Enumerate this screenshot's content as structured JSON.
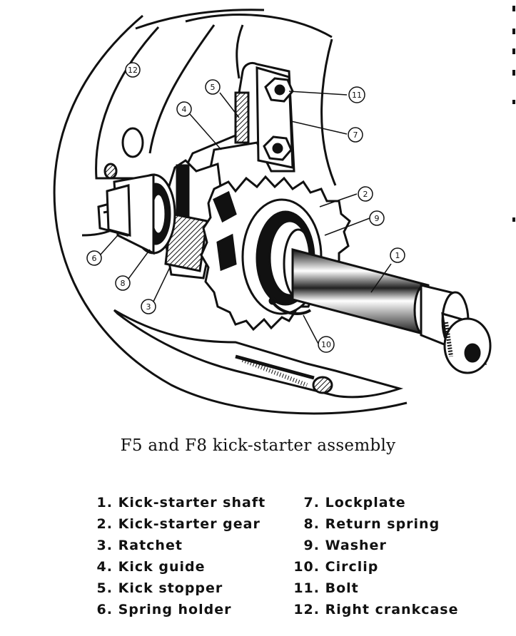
{
  "caption": "F5 and F8 kick-starter assembly",
  "parts": [
    {
      "num": "1.",
      "callout": "1",
      "name": "Kick-starter shaft"
    },
    {
      "num": "2.",
      "callout": "2",
      "name": "Kick-starter gear"
    },
    {
      "num": "3.",
      "callout": "3",
      "name": "Ratchet"
    },
    {
      "num": "4.",
      "callout": "4",
      "name": "Kick guide"
    },
    {
      "num": "5.",
      "callout": "5",
      "name": "Kick stopper"
    },
    {
      "num": "6.",
      "callout": "6",
      "name": "Spring holder"
    },
    {
      "num": "7.",
      "callout": "7",
      "name": "Lockplate"
    },
    {
      "num": "8.",
      "callout": "8",
      "name": "Return spring"
    },
    {
      "num": "9.",
      "callout": "9",
      "name": "Washer"
    },
    {
      "num": "10.",
      "callout": "10",
      "name": "Circlip"
    },
    {
      "num": "11.",
      "callout": "11",
      "name": "Bolt"
    },
    {
      "num": "12.",
      "callout": "12",
      "name": "Right crankcase"
    }
  ],
  "colors": {
    "ink": "#111111",
    "paper": "#ffffff"
  }
}
